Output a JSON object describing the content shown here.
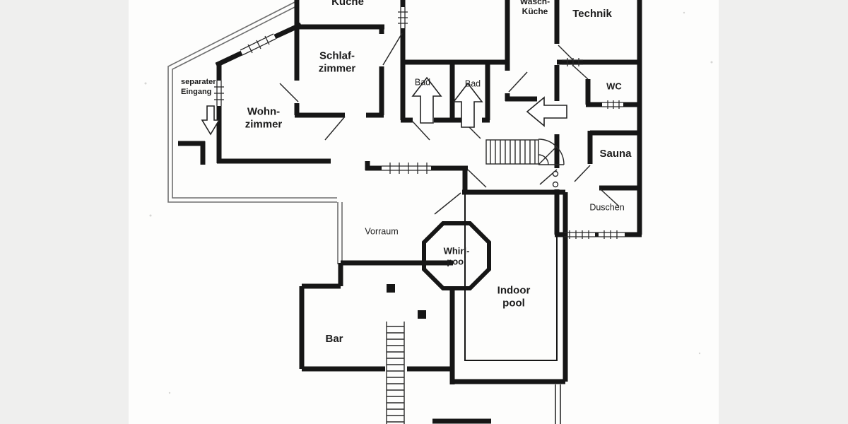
{
  "colors": {
    "wall": "#161616",
    "paper": "#fdfdfc",
    "scan_margin": "#efefee",
    "thin_outline": "#6e6e6e",
    "text": "#1c1c1c"
  },
  "rooms": {
    "kueche": {
      "label": "Küche"
    },
    "schlafzimmer": {
      "label": "Schlaf-\nzimmer"
    },
    "bad1": {
      "label": "Bad"
    },
    "bad2": {
      "label": "Bad"
    },
    "waschkueche": {
      "label": "Wasch-\nKüche"
    },
    "technik": {
      "label": "Technik"
    },
    "wc": {
      "label": "WC"
    },
    "sauna": {
      "label": "Sauna"
    },
    "duschen": {
      "label": "Duschen"
    },
    "wohnzimmer": {
      "label": "Wohn-\nzimmer"
    },
    "vorraum": {
      "label": "Vorraum"
    },
    "whirlpool": {
      "label": "Whirl-\npool"
    },
    "indoor_pool": {
      "label": "Indoor\npool"
    },
    "bar": {
      "label": "Bar"
    }
  },
  "annotations": {
    "separater_eingang": {
      "label": "separater\nEingang"
    }
  },
  "icons": {
    "entrance_arrow": "hollow-arrow-down",
    "bad1_arrow": "hollow-arrow-up",
    "bad2_arrow": "hollow-arrow-up",
    "hall_arrow": "hollow-arrow-left"
  }
}
